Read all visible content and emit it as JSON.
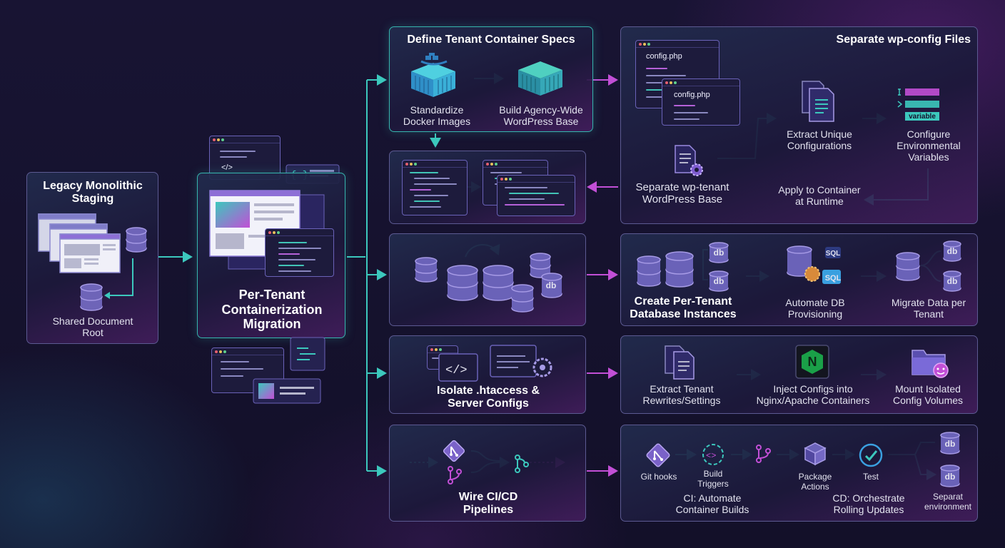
{
  "legacy": {
    "title": "Legacy Monolithic Staging",
    "shared_root": "Shared Document Root"
  },
  "center": {
    "title": "Per-Tenant Containerization Migration"
  },
  "specs": {
    "title": "Define Tenant Container Specs",
    "standardize": "Standardize Docker Images",
    "build_base": "Build Agency-Wide WordPress Base"
  },
  "wpconfig": {
    "title": "Separate wp-config Files",
    "file1": "config.php",
    "file2": "config.php",
    "separate_base": "Separate wp-tenant WordPress Base",
    "extract": "Extract Unique Configurations",
    "configure_env": "Configure Environmental Variables",
    "apply": "Apply to Container at Runtime",
    "variable_tag": "variable"
  },
  "database": {
    "db_label": "db",
    "create": "Create Per-Tenant Database Instances",
    "automate": "Automate DB Provisioning",
    "migrate": "Migrate Data per Tenant",
    "sql_label": "SQL"
  },
  "htaccess": {
    "title": "Isolate .htaccess & Server Configs",
    "extract": "Extract Tenant Rewrites/Settings",
    "inject": "Inject Configs into Nginx/Apache Containers",
    "mount": "Mount Isolated Config Volumes",
    "nginx_letter": "N"
  },
  "cicd": {
    "title": "Wire CI/CD Pipelines",
    "git_hooks": "Git hooks",
    "build_triggers": "Build Triggers",
    "package_actions": "Package Actions",
    "test": "Test",
    "ci_label": "CI: Automate Container Builds",
    "cd_label": "CD: Orchestrate Rolling Updates",
    "separate_env": "Separat environment",
    "env_db1": "db",
    "env_db2": "db"
  },
  "colors": {
    "teal": "#3cc8bd",
    "magenta": "#c24fd6",
    "navy": "#15122e"
  }
}
